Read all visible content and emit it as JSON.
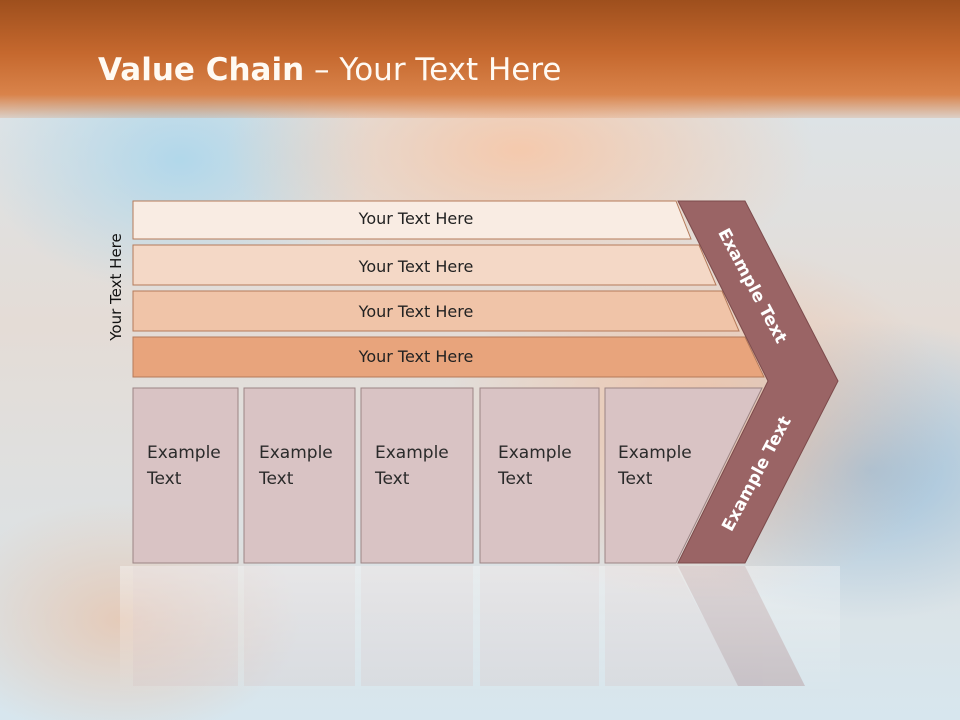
{
  "slide": {
    "title_bold": "Value Chain",
    "title_rest": " – Your Text Here",
    "vertical_label": "Your Text Here"
  },
  "support_activities": [
    {
      "label": "Your Text Here",
      "color": "#f9ece3"
    },
    {
      "label": "Your Text Here",
      "color": "#f4d8c6"
    },
    {
      "label": "Your Text Here",
      "color": "#f0c4a8"
    },
    {
      "label": "Your Text Here",
      "color": "#e8a47c"
    }
  ],
  "primary_activities": [
    {
      "label": "Example\nText"
    },
    {
      "label": "Example\nText"
    },
    {
      "label": "Example\nText"
    },
    {
      "label": "Example\nText"
    },
    {
      "label": "Example\nText"
    }
  ],
  "margin_labels": {
    "upper": "Example Text",
    "lower": "Example Text"
  },
  "colors": {
    "header": "#c5682e",
    "chevron": "#9a6465",
    "cell_fill": "#d9c3c4"
  }
}
